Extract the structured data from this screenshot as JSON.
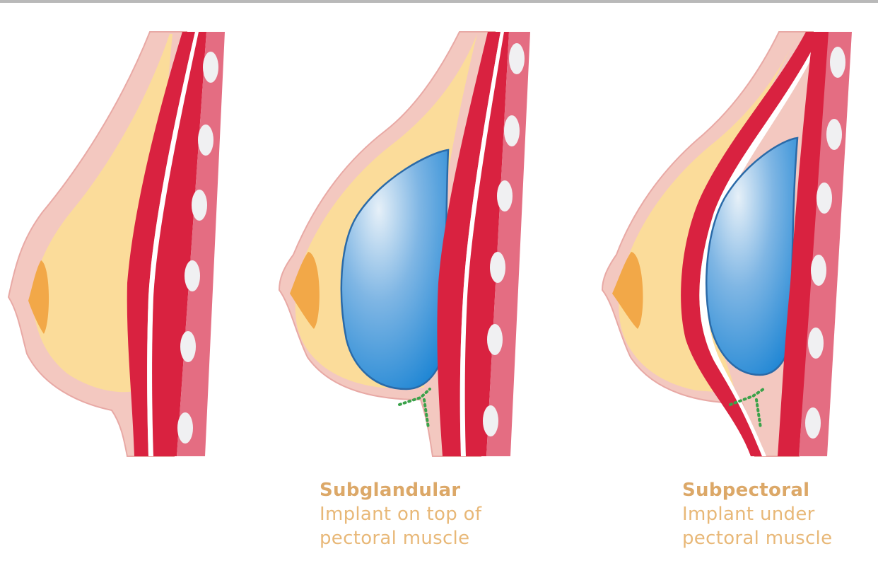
{
  "colors": {
    "skin": "#f3c8c0",
    "skin_edge": "#e8a9a5",
    "fat": "#fbdc9a",
    "nipple": "#f2a848",
    "muscle": "#d92240",
    "ribwall": "#e46d82",
    "rib": "#f0f0f2",
    "implant_light": "#dbe9f5",
    "implant_dark": "#2b8bd6",
    "implant_edge": "#2a6aa8",
    "incision": "#3aa24a",
    "caption": "#e8b878"
  },
  "panels": [
    {
      "id": "natural",
      "implant": "none"
    },
    {
      "id": "subglandular",
      "implant": "over-muscle"
    },
    {
      "id": "subpectoral",
      "implant": "under-muscle"
    }
  ],
  "captions": {
    "subglandular": {
      "title": "Subglandular",
      "line1": "Implant on top of",
      "line2": "pectoral muscle"
    },
    "subpectoral": {
      "title": "Subpectoral",
      "line1": "Implant under",
      "line2": "pectoral muscle"
    }
  }
}
